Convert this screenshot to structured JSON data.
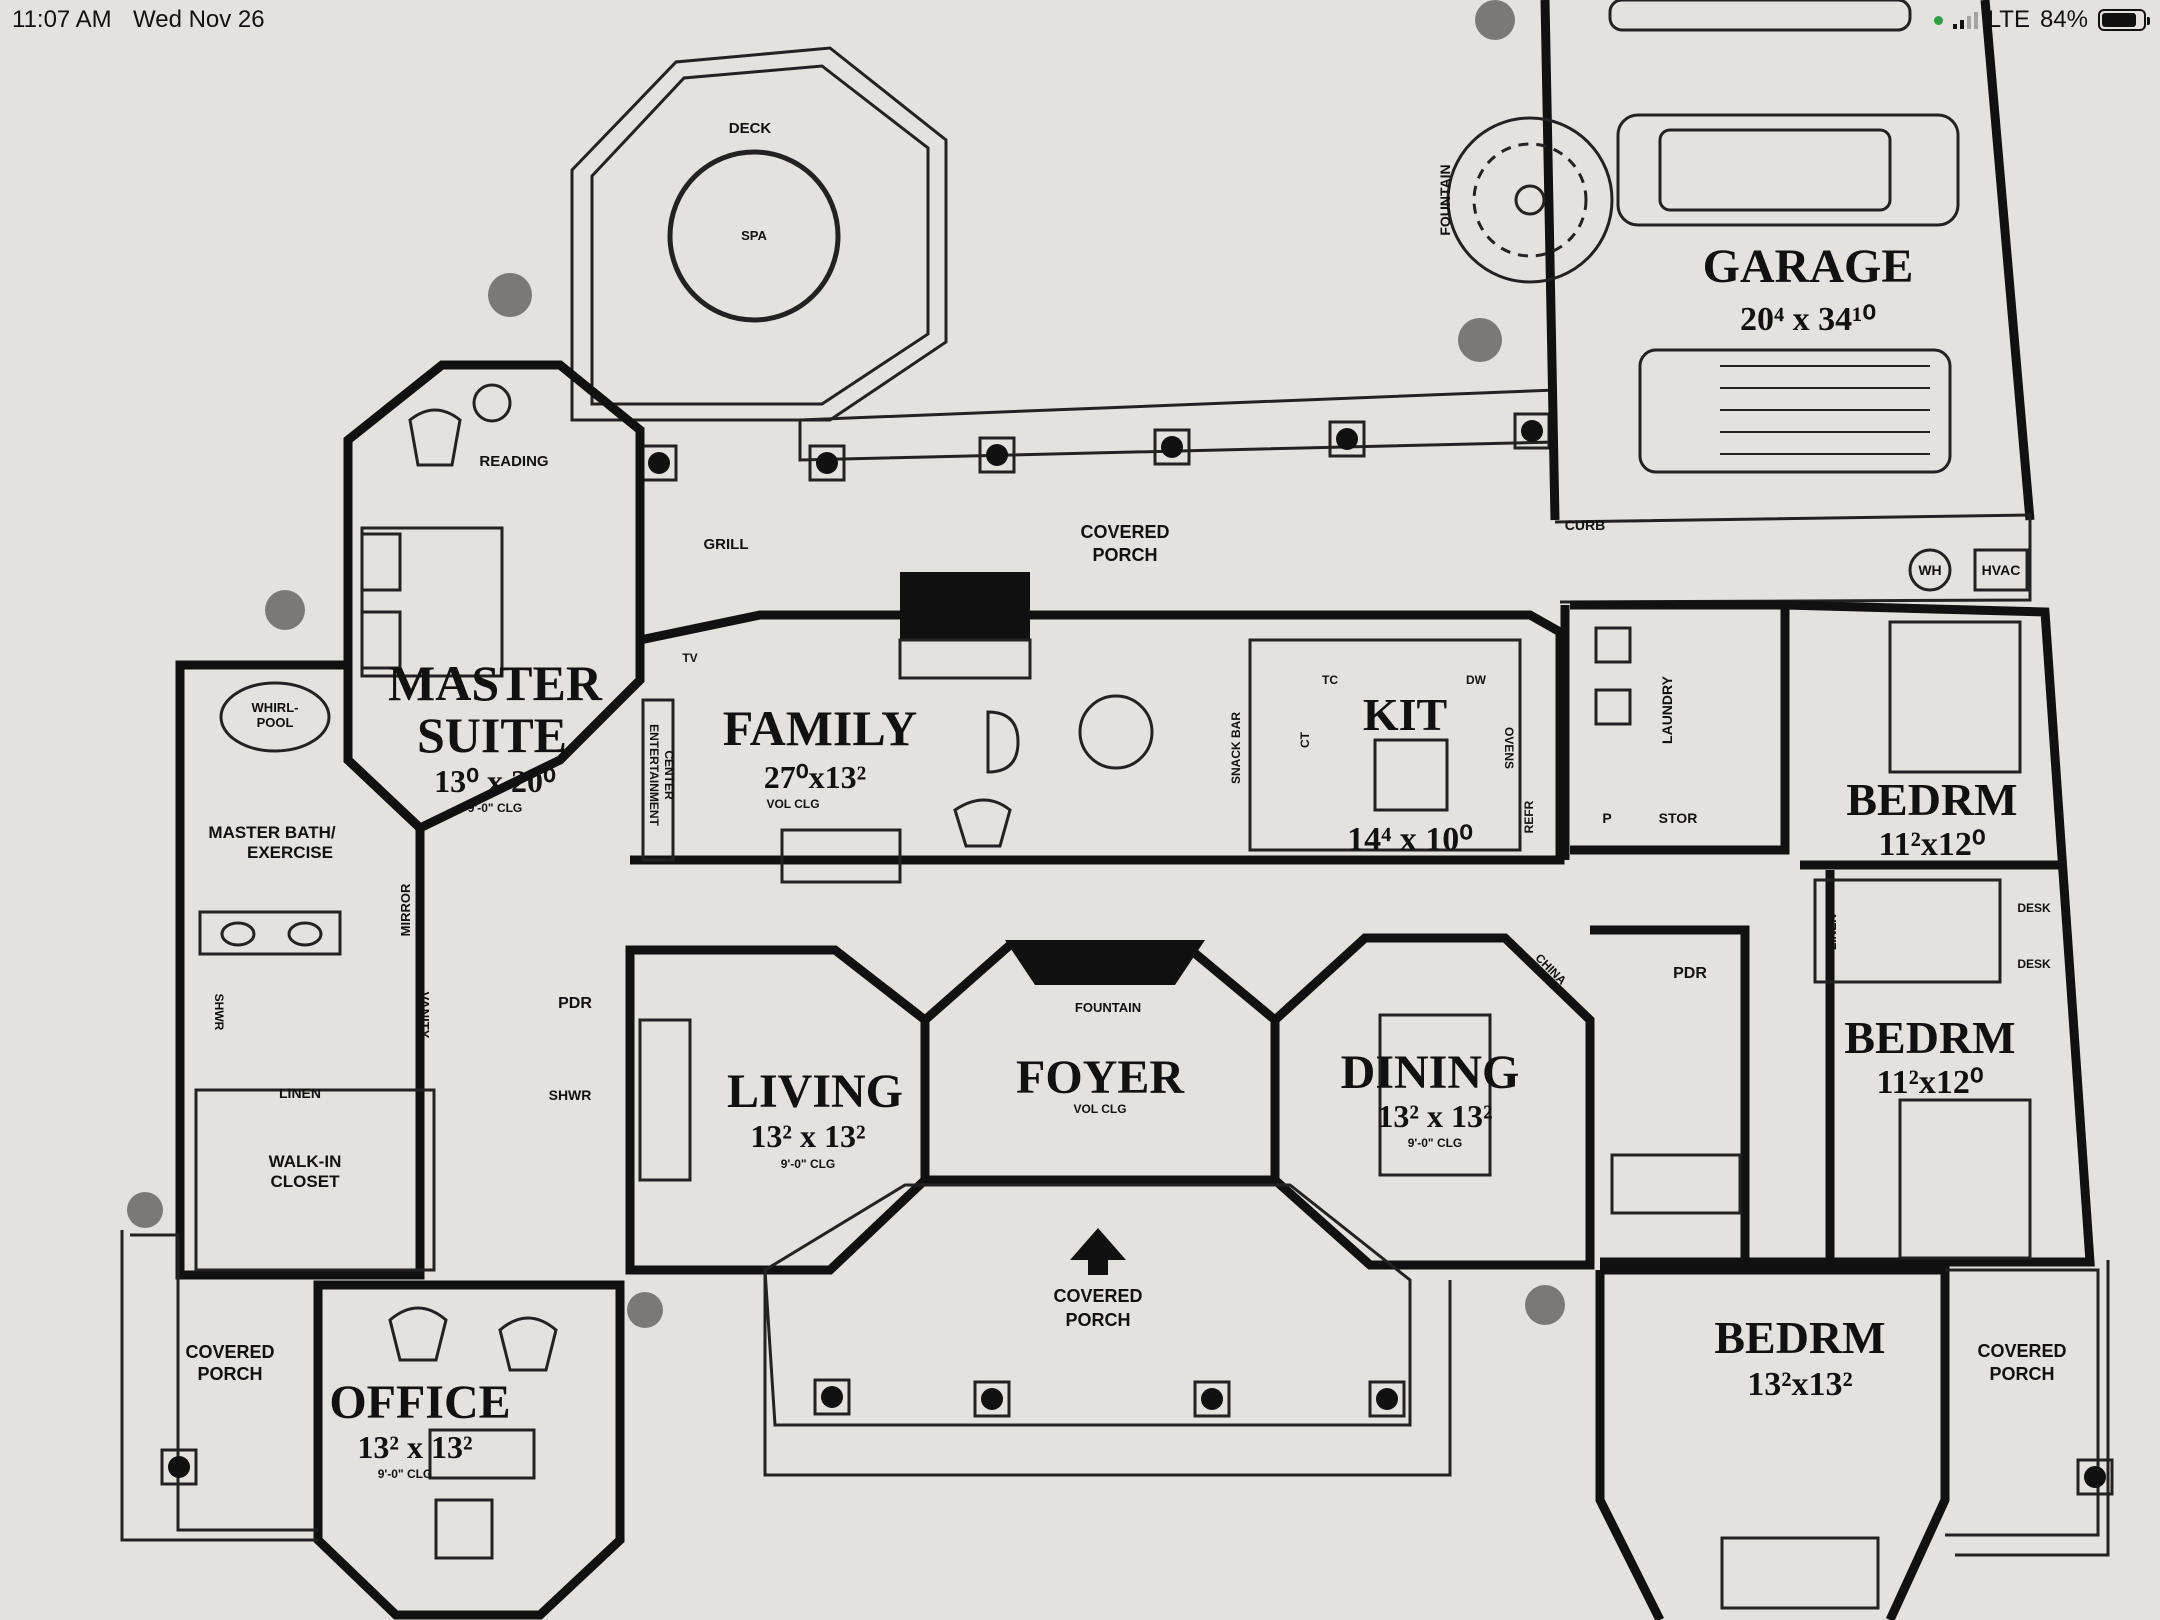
{
  "status_bar": {
    "time": "11:07 AM",
    "date": "Wed Nov 26",
    "network": "LTE",
    "battery": "84%",
    "battery_level": 0.84,
    "signal_bars": 2
  },
  "colors": {
    "paper": "#e4e2df",
    "ink": "#111111",
    "status_dot": "#2ea043"
  },
  "rooms": {
    "garage": {
      "name": "GARAGE",
      "dims": "20⁴ x 34¹⁰"
    },
    "master_suite": {
      "name_line1": "MASTER",
      "name_line2": "SUITE",
      "dims": "13⁰ x 20⁰",
      "note": "9'-0\" CLG"
    },
    "family": {
      "name": "FAMILY",
      "dims": "27⁰x13²",
      "note": "VOL CLG"
    },
    "kit": {
      "name": "KIT",
      "dims": "14⁴ x 10⁰"
    },
    "bedrm_1": {
      "name": "BEDRM",
      "dims": "11²x12⁰"
    },
    "bedrm_2": {
      "name": "BEDRM",
      "dims": "11²x12⁰"
    },
    "bedrm_3": {
      "name": "BEDRM",
      "dims": "13²x13²"
    },
    "living": {
      "name": "LIVING",
      "dims": "13² x 13²",
      "note": "9'-0\" CLG"
    },
    "foyer": {
      "name": "FOYER",
      "note": "VOL CLG"
    },
    "dining": {
      "name": "DINING",
      "dims": "13² x 13²",
      "note": "9'-0\" CLG"
    },
    "office": {
      "name": "OFFICE",
      "dims": "13² x 13²",
      "note": "9'-0\" CLG"
    }
  },
  "small_labels": {
    "deck": "DECK",
    "spa": "SPA",
    "reading": "READING",
    "grill": "GRILL",
    "covered_porch_rear_1": "COVERED",
    "covered_porch_rear_2": "PORCH",
    "fountain_garden": "FOUNTAIN",
    "curb": "CURB",
    "wh": "WH",
    "hvac": "HVAC",
    "whirlpool_1": "WHIRL-",
    "whirlpool_2": "POOL",
    "master_bath_1": "MASTER BATH/",
    "master_bath_2": "EXERCISE",
    "mirror": "MIRROR",
    "vanity": "VANITY",
    "shwr_master": "SHWR",
    "linen_master": "LINEN",
    "walkin_1": "WALK-IN",
    "walkin_2": "CLOSET",
    "entertainment_1": "ENTERTAINMENT",
    "entertainment_2": "CENTER",
    "tv": "TV",
    "pdr_left": "PDR",
    "shwr_left": "SHWR",
    "snack_bar": "SNACK BAR",
    "tc": "TC",
    "dw": "DW",
    "ovens": "OVENS",
    "refr": "REFR",
    "ct": "CT",
    "laundry": "LAUNDRY",
    "p": "P",
    "stor": "STOR",
    "china": "CHINA",
    "pdr_right": "PDR",
    "fountain_foyer": "FOUNTAIN",
    "linen_right": "LINEN",
    "desk_1": "DESK",
    "desk_2": "DESK",
    "covered_porch_front_1": "COVERED",
    "covered_porch_front_2": "PORCH",
    "covered_porch_left_1": "COVERED",
    "covered_porch_left_2": "PORCH",
    "covered_porch_right_1": "COVERED",
    "covered_porch_right_2": "PORCH"
  }
}
